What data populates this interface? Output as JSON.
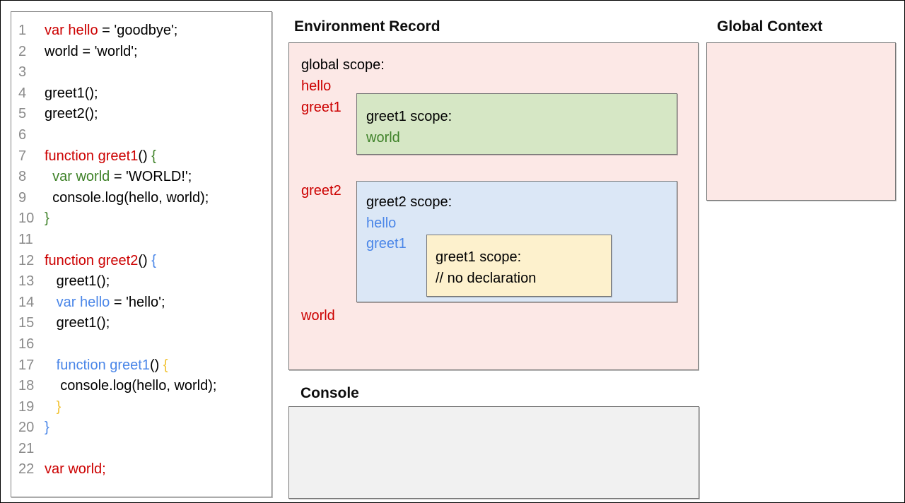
{
  "colors": {
    "code_red": "#cc0000",
    "code_green": "#3f8229",
    "code_blue": "#4a86e8",
    "code_yellow": "#f1c232",
    "ink": "#000000",
    "line_number_gray": "#8a8a8a",
    "pink_fill": "#fce8e6",
    "green_fill": "#d6e7c5",
    "blue_fill": "#dbe7f6",
    "yellow_fill": "#fdf1cd",
    "console_fill": "#f1f1f1",
    "box_border_gray": "#757575"
  },
  "code": {
    "lines": [
      {
        "num": "1",
        "segs": [
          [
            "var hello",
            "code_red"
          ],
          [
            " = 'goodbye';",
            "ink"
          ]
        ]
      },
      {
        "num": "2",
        "segs": [
          [
            "world = 'world';",
            "ink"
          ]
        ]
      },
      {
        "num": "3",
        "segs": []
      },
      {
        "num": "4",
        "segs": [
          [
            "greet1();",
            "ink"
          ]
        ]
      },
      {
        "num": "5",
        "segs": [
          [
            "greet2();",
            "ink"
          ]
        ]
      },
      {
        "num": "6",
        "segs": []
      },
      {
        "num": "7",
        "segs": [
          [
            "function greet1",
            "code_red"
          ],
          [
            "() ",
            "ink"
          ],
          [
            "{",
            "code_green"
          ]
        ]
      },
      {
        "num": "8",
        "segs": [
          [
            "  ",
            "ink"
          ],
          [
            "var world",
            "code_green"
          ],
          [
            " = 'WORLD!';",
            "ink"
          ]
        ]
      },
      {
        "num": "9",
        "segs": [
          [
            "  console.log(hello, world);",
            "ink"
          ]
        ]
      },
      {
        "num": "10",
        "segs": [
          [
            "}",
            "code_green"
          ]
        ]
      },
      {
        "num": "11",
        "segs": []
      },
      {
        "num": "12",
        "segs": [
          [
            "function greet2",
            "code_red"
          ],
          [
            "() ",
            "ink"
          ],
          [
            "{",
            "code_blue"
          ]
        ]
      },
      {
        "num": "13",
        "segs": [
          [
            "   greet1();",
            "ink"
          ]
        ]
      },
      {
        "num": "14",
        "segs": [
          [
            "   ",
            "ink"
          ],
          [
            "var hello",
            "code_blue"
          ],
          [
            " = 'hello';",
            "ink"
          ]
        ]
      },
      {
        "num": "15",
        "segs": [
          [
            "   greet1();",
            "ink"
          ]
        ]
      },
      {
        "num": "16",
        "segs": []
      },
      {
        "num": "17",
        "segs": [
          [
            "   ",
            "ink"
          ],
          [
            "function greet1",
            "code_blue"
          ],
          [
            "() ",
            "ink"
          ],
          [
            "{",
            "code_yellow"
          ]
        ]
      },
      {
        "num": "18",
        "segs": [
          [
            "    console.log(hello, world);",
            "ink"
          ]
        ]
      },
      {
        "num": "19",
        "segs": [
          [
            "   ",
            "ink"
          ],
          [
            "}",
            "code_yellow"
          ]
        ]
      },
      {
        "num": "20",
        "segs": [
          [
            "}",
            "code_blue"
          ]
        ]
      },
      {
        "num": "21",
        "segs": []
      },
      {
        "num": "22",
        "segs": [
          [
            "var world;",
            "code_red"
          ]
        ]
      }
    ]
  },
  "environment_record": {
    "title": "Environment Record",
    "scope_label": "global scope:",
    "entry_hello": "hello",
    "entry_greet1": "greet1",
    "entry_greet2": "greet2",
    "entry_world": "world",
    "greet1_scope": {
      "label": "greet1 scope:",
      "entry_world": "world"
    },
    "greet2_scope": {
      "label": "greet2 scope:",
      "entry_hello": "hello",
      "entry_greet1": "greet1",
      "nested_greet1_scope": {
        "label": "greet1 scope:",
        "comment": "// no declaration"
      }
    }
  },
  "global_context": {
    "title": "Global Context"
  },
  "console_panel": {
    "title": "Console"
  }
}
